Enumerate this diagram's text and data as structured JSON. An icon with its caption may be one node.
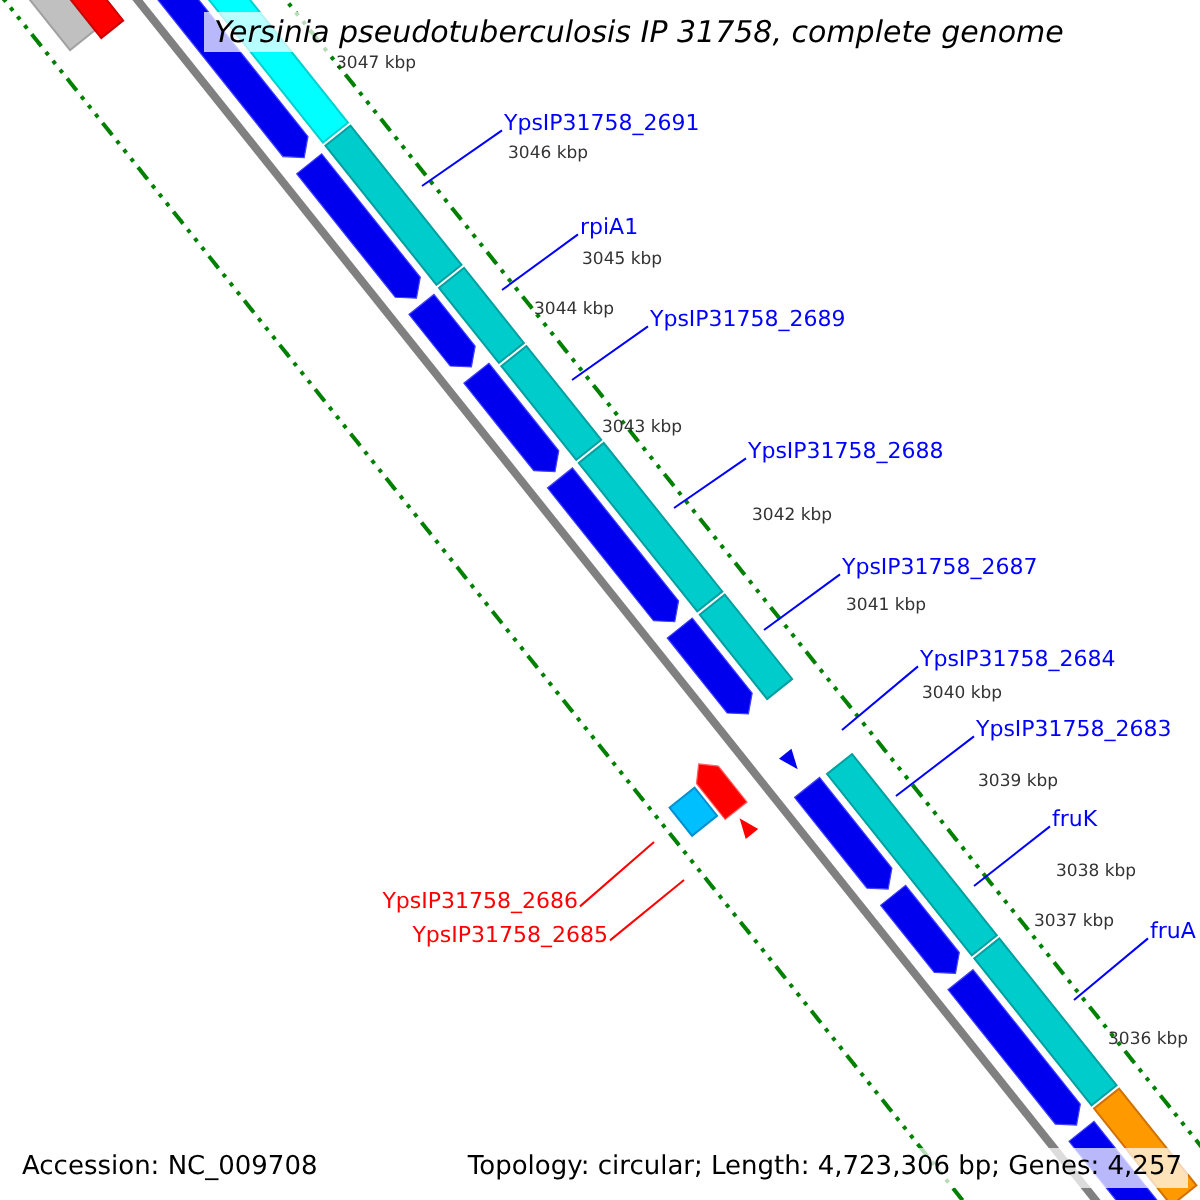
{
  "diagram": {
    "title": "Yersinia pseudotuberculosis IP 31758, complete genome",
    "nodes": [
      {
        "text": [
          "YpsIP31758_2691"
        ]
      },
      {
        "text": [
          "rpiA1"
        ]
      },
      {
        "text": [
          "YpsIP31758_2689"
        ]
      },
      {
        "text": [
          "YpsIP31758_2688"
        ]
      },
      {
        "text": [
          "YpsIP31758_2687"
        ]
      },
      {
        "text": [
          "YpsIP31758_2684"
        ]
      },
      {
        "text": [
          "YpsIP31758_2683"
        ]
      },
      {
        "text": [
          "fruK"
        ]
      },
      {
        "text": [
          "fruA"
        ]
      },
      {
        "text": [
          "YpsIP31758_2686"
        ]
      },
      {
        "text": [
          "YpsIP31758_2685"
        ]
      }
    ],
    "edges": [
      {
        "from": 0,
        "to": null,
        "arrow": "none"
      },
      {
        "from": 1,
        "to": null,
        "arrow": "none"
      },
      {
        "from": 2,
        "to": null,
        "arrow": "none"
      },
      {
        "from": 3,
        "to": null,
        "arrow": "none"
      },
      {
        "from": 4,
        "to": null,
        "arrow": "none"
      },
      {
        "from": 5,
        "to": null,
        "arrow": "none"
      },
      {
        "from": 6,
        "to": null,
        "arrow": "none"
      },
      {
        "from": 7,
        "to": null,
        "arrow": "none"
      },
      {
        "from": 8,
        "to": null,
        "arrow": "none"
      },
      {
        "from": 9,
        "to": null,
        "arrow": "none",
        "color": "#ff0000"
      },
      {
        "from": 10,
        "to": null,
        "arrow": "none",
        "color": "#ff0000"
      }
    ],
    "labels": [
      "3047 kbp",
      "3046 kbp",
      "3045 kbp",
      "3044 kbp",
      "3043 kbp",
      "3042 kbp",
      "3041 kbp",
      "3040 kbp",
      "3039 kbp",
      "3038 kbp",
      "3037 kbp",
      "3036 kbp",
      "Accession: NC_009708",
      "Topology: circular; Length: 4,723,306 bp; Genes: 4,257"
    ]
  }
}
